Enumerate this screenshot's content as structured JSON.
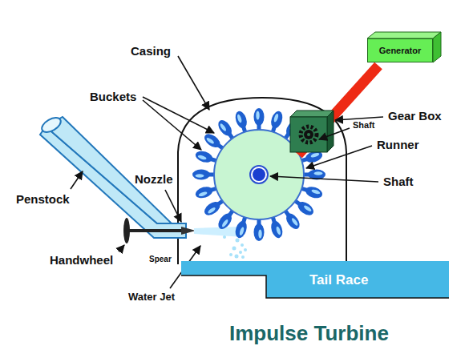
{
  "diagram": {
    "title": "Impulse Turbine",
    "nodes": [
      {
        "text": [
          "Generator"
        ]
      },
      {
        "text": [
          "Tail Race"
        ]
      }
    ],
    "labels": [
      "Casing",
      "Buckets",
      "Nozzle",
      "Penstock",
      "Handwheel",
      "Spear",
      "Water Jet",
      "Gear Box",
      "Shaft",
      "Runner",
      "Shaft"
    ]
  }
}
